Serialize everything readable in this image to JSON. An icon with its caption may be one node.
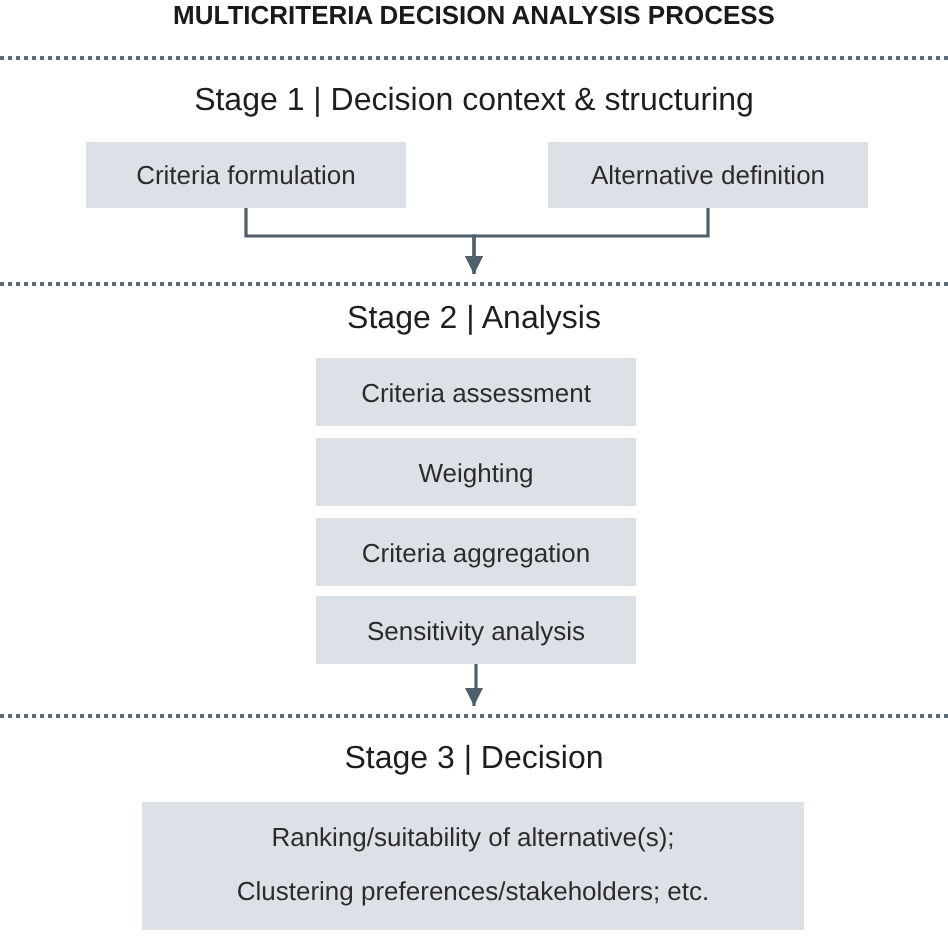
{
  "diagram": {
    "title": "MULTICRITERIA DECISION ANALYSIS PROCESS",
    "nodes": [
      {
        "text": [
          "Stage 1 | Decision context & structuring"
        ]
      },
      {
        "text": [
          "Criteria formulation"
        ],
        "in": 0
      },
      {
        "text": [
          "Alternative definition"
        ],
        "in": 0
      },
      {
        "text": [
          "Stage 2 | Analysis"
        ]
      },
      {
        "text": [
          "Criteria assessment"
        ],
        "in": 3
      },
      {
        "text": [
          "Weighting"
        ],
        "in": 3
      },
      {
        "text": [
          "Criteria aggregation"
        ],
        "in": 3
      },
      {
        "text": [
          "Sensitivity analysis"
        ],
        "in": 3
      },
      {
        "text": [
          "Stage 3 | Decision"
        ]
      },
      {
        "text": [
          "Ranking/suitability of alternative(s);",
          "Clustering preferences/stakeholders; etc."
        ],
        "in": 8
      }
    ],
    "edges": [
      {
        "from": 1,
        "to": 3,
        "arrow": "to"
      },
      {
        "from": 2,
        "to": 3,
        "arrow": "to"
      },
      {
        "from": 7,
        "to": 8,
        "arrow": "to"
      }
    ]
  }
}
